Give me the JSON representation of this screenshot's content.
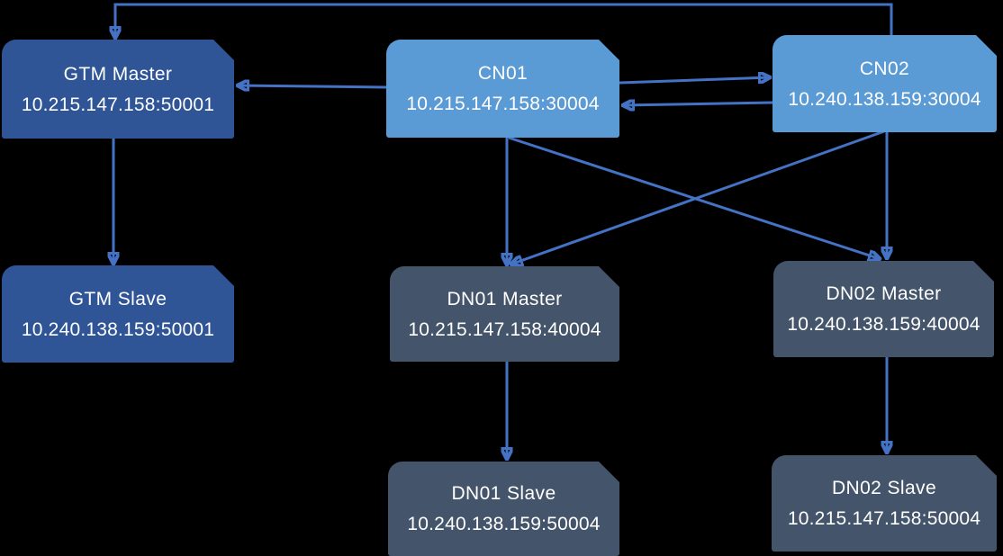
{
  "nodes": {
    "gtm_master": {
      "label": "GTM Master",
      "address": "10.215.147.158:50001"
    },
    "gtm_slave": {
      "label": "GTM Slave",
      "address": "10.240.138.159:50001"
    },
    "cn01": {
      "label": "CN01",
      "address": "10.215.147.158:30004"
    },
    "cn02": {
      "label": "CN02",
      "address": "10.240.138.159:30004"
    },
    "dn01_master": {
      "label": "DN01 Master",
      "address": "10.215.147.158:40004"
    },
    "dn01_slave": {
      "label": "DN01 Slave",
      "address": "10.240.138.159:50004"
    },
    "dn02_master": {
      "label": "DN02 Master",
      "address": "10.240.138.159:40004"
    },
    "dn02_slave": {
      "label": "DN02 Slave",
      "address": "10.215.147.158:50004"
    }
  },
  "edges": [
    {
      "from": "CN02",
      "to": "GTM Master"
    },
    {
      "from": "CN01",
      "to": "GTM Master"
    },
    {
      "from": "CN01",
      "to": "CN02"
    },
    {
      "from": "CN02",
      "to": "CN01"
    },
    {
      "from": "GTM Master",
      "to": "GTM Slave"
    },
    {
      "from": "CN01",
      "to": "DN01 Master"
    },
    {
      "from": "CN01",
      "to": "DN02 Master"
    },
    {
      "from": "CN02",
      "to": "DN02 Master"
    },
    {
      "from": "CN02",
      "to": "DN01 Master"
    },
    {
      "from": "DN01 Master",
      "to": "DN01 Slave"
    },
    {
      "from": "DN02 Master",
      "to": "DN02 Slave"
    }
  ],
  "colors": {
    "gtm_fill": "#2F5597",
    "cn_fill": "#5B9BD5",
    "dn_fill": "#44546A",
    "connector": "#4472C4",
    "text": "#FFFFFF",
    "background": "#000000"
  }
}
